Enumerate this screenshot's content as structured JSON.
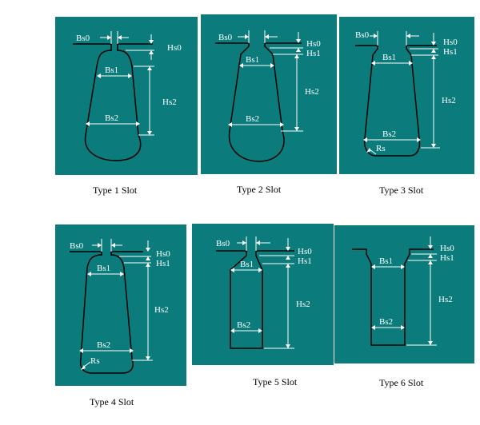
{
  "slots": [
    {
      "caption": "Type 1 Slot",
      "labels": {
        "bs0": "Bs0",
        "hs0": "Hs0",
        "bs1": "Bs1",
        "hs2": "Hs2",
        "bs2": "Bs2"
      }
    },
    {
      "caption": "Type 2 Slot",
      "labels": {
        "bs0": "Bs0",
        "hs0": "Hs0",
        "hs1": "Hs1",
        "bs1": "Bs1",
        "hs2": "Hs2",
        "bs2": "Bs2"
      }
    },
    {
      "caption": "Type 3 Slot",
      "labels": {
        "bs0": "Bs0",
        "hs0": "Hs0",
        "hs1": "Hs1",
        "bs1": "Bs1",
        "hs2": "Hs2",
        "bs2": "Bs2",
        "rs": "Rs"
      }
    },
    {
      "caption": "Type 4 Slot",
      "labels": {
        "bs0": "Bs0",
        "hs0": "Hs0",
        "hs1": "Hs1",
        "bs1": "Bs1",
        "hs2": "Hs2",
        "bs2": "Bs2",
        "rs": "Rs"
      }
    },
    {
      "caption": "Type 5 Slot",
      "labels": {
        "bs0": "Bs0",
        "hs0": "Hs0",
        "hs1": "Hs1",
        "bs1": "Bs1",
        "hs2": "Hs2",
        "bs2": "Bs2"
      }
    },
    {
      "caption": "Type 6 Slot",
      "labels": {
        "hs0": "Hs0",
        "hs1": "Hs1",
        "bs1": "Bs1",
        "hs2": "Hs2",
        "bs2": "Bs2"
      }
    }
  ],
  "colors": {
    "panel_background": "#0b7b7b",
    "slot_outline": "#000000",
    "dimension_lines": "#ffffff"
  }
}
